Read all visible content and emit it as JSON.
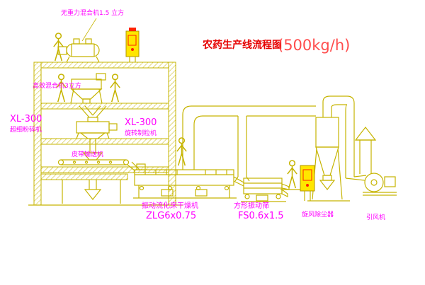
{
  "title": {
    "main": "农药生产线流程图",
    "capacity": "(500kg/h)"
  },
  "labels": {
    "top_mixer": "无重力混合机1.5 立方",
    "mid_mixer": "高效混合机3立方",
    "left_machine_model": "XL-300",
    "left_machine_name": "超细粉碎机",
    "right_machine_model": "XL-300",
    "right_machine_name": "旋转制粒机",
    "belt_conveyor": "皮带输送机",
    "dryer_name": "振动流化床干燥机",
    "dryer_model": "ZLG6x0.75",
    "sieve_name": "方形振动筛",
    "sieve_model": "FS0.6x1.5",
    "cyclone": "旋风除尘器",
    "fan": "引风机"
  },
  "colors": {
    "line": "#c6b400",
    "label": "#ff00ff",
    "title": "#e60000",
    "capacity": "#ff4d4d",
    "cabinet_fill": "#ffe600",
    "cabinet_accent": "#ff2200",
    "background": "#ffffff"
  }
}
